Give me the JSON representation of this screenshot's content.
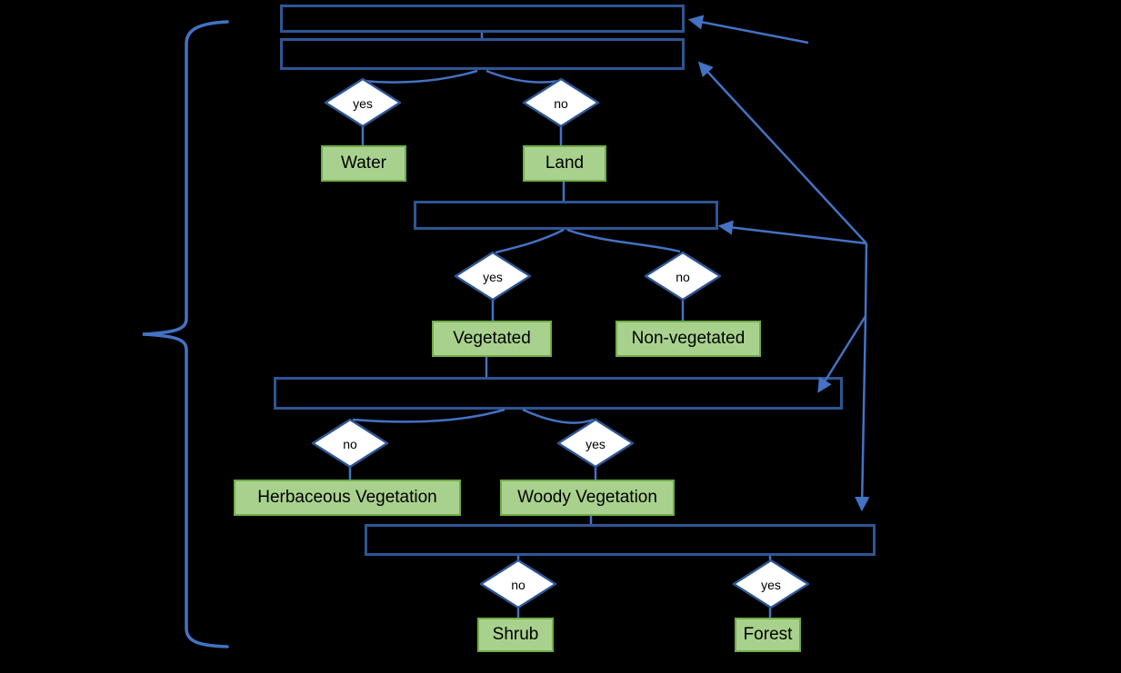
{
  "colors": {
    "background": "#000000",
    "box_border": "#2e5693",
    "connector": "#4472c4",
    "diamond_fill": "#ffffff",
    "diamond_border": "#2e5693",
    "class_fill": "#a9d18e",
    "class_border": "#70ad47",
    "text": "#000000"
  },
  "nodes": {
    "question_boxes": [
      {
        "label": ""
      },
      {
        "label": ""
      },
      {
        "label": ""
      },
      {
        "label": ""
      },
      {
        "label": ""
      }
    ],
    "decisions": [
      {
        "label": "yes"
      },
      {
        "label": "no"
      },
      {
        "label": "yes"
      },
      {
        "label": "no"
      },
      {
        "label": "no"
      },
      {
        "label": "yes"
      },
      {
        "label": "no"
      },
      {
        "label": "yes"
      }
    ],
    "classes": [
      {
        "label": "Water"
      },
      {
        "label": "Land"
      },
      {
        "label": "Vegetated"
      },
      {
        "label": "Non-vegetated"
      },
      {
        "label": "Herbaceous Vegetation"
      },
      {
        "label": "Woody Vegetation"
      },
      {
        "label": "Shrub"
      },
      {
        "label": "Forest"
      }
    ]
  }
}
